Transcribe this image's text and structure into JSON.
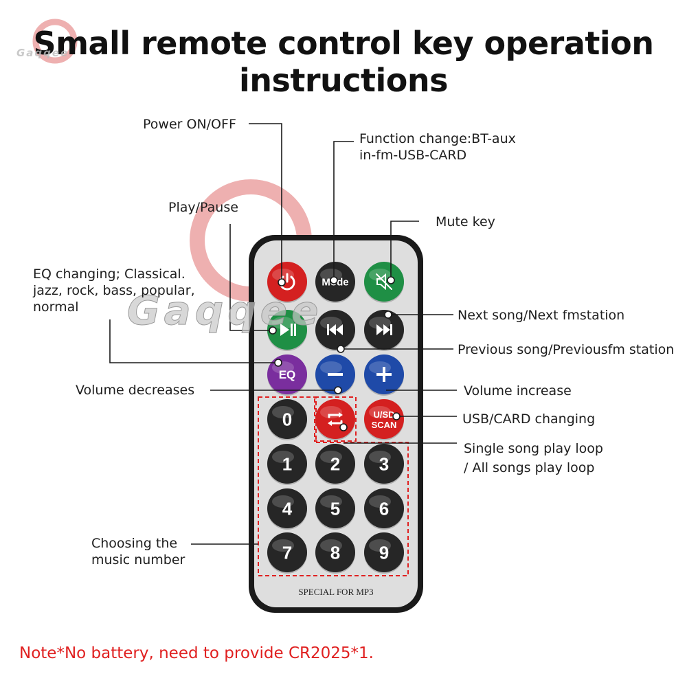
{
  "title": {
    "line1": "Small remote control key operation",
    "line2": "instructions"
  },
  "watermark": {
    "text": "Gaqqee"
  },
  "remote": {
    "footer_text": "SPECIAL FOR MP3",
    "body_color": "#dcdcdc",
    "border_color": "#1a1a1a",
    "buttons": [
      {
        "name": "power-button",
        "label": "",
        "icon": "power-icon",
        "color": "#d42020"
      },
      {
        "name": "mode-button",
        "label": "Mode",
        "icon": "",
        "color": "#262626"
      },
      {
        "name": "mute-button",
        "label": "",
        "icon": "mute-icon",
        "color": "#1f8f45"
      },
      {
        "name": "play-pause-button",
        "label": "",
        "icon": "play-pause-icon",
        "color": "#1f8f45"
      },
      {
        "name": "previous-button",
        "label": "",
        "icon": "previous-icon",
        "color": "#262626"
      },
      {
        "name": "next-button",
        "label": "",
        "icon": "next-icon",
        "color": "#262626"
      },
      {
        "name": "eq-button",
        "label": "EQ",
        "icon": "",
        "color": "#7a2e9e"
      },
      {
        "name": "volume-down-button",
        "label": "",
        "icon": "minus-icon",
        "color": "#1f4aa8"
      },
      {
        "name": "volume-up-button",
        "label": "",
        "icon": "plus-icon",
        "color": "#1f4aa8"
      },
      {
        "name": "digit-0-button",
        "label": "0",
        "icon": "",
        "color": "#262626"
      },
      {
        "name": "loop-button",
        "label": "",
        "icon": "loop-icon",
        "color": "#d42020"
      },
      {
        "name": "usd-scan-button",
        "label": "U/SD SCAN",
        "icon": "",
        "color": "#d42020"
      },
      {
        "name": "digit-1-button",
        "label": "1",
        "icon": "",
        "color": "#262626"
      },
      {
        "name": "digit-2-button",
        "label": "2",
        "icon": "",
        "color": "#262626"
      },
      {
        "name": "digit-3-button",
        "label": "3",
        "icon": "",
        "color": "#262626"
      },
      {
        "name": "digit-4-button",
        "label": "4",
        "icon": "",
        "color": "#262626"
      },
      {
        "name": "digit-5-button",
        "label": "5",
        "icon": "",
        "color": "#262626"
      },
      {
        "name": "digit-6-button",
        "label": "6",
        "icon": "",
        "color": "#262626"
      },
      {
        "name": "digit-7-button",
        "label": "7",
        "icon": "",
        "color": "#262626"
      },
      {
        "name": "digit-8-button",
        "label": "8",
        "icon": "",
        "color": "#262626"
      },
      {
        "name": "digit-9-button",
        "label": "9",
        "icon": "",
        "color": "#262626"
      }
    ]
  },
  "labels": {
    "power": "Power ON/OFF",
    "function_change_1": "Function change:BT-aux",
    "function_change_2": "in-fm-USB-CARD",
    "play_pause": "Play/Pause",
    "mute": "Mute key",
    "eq_1": "EQ changing;  Classical.",
    "eq_2": "jazz, rock, bass, popular,",
    "eq_3": "normal",
    "next": "Next song/Next fmstation",
    "previous": "Previous song/Previousfm station",
    "volume_down": "Volume decreases",
    "volume_up": "Volume increase",
    "usb_card": "USB/CARD changing",
    "loop_1": "Single song play loop",
    "loop_2": "/ All songs play loop",
    "choose_1": "Choosing the",
    "choose_2": "music number"
  },
  "note": "Note*No battery, need to provide CR2025*1.",
  "colors": {
    "note": "#e02020",
    "highlight_box": "#e02020",
    "leader_line": "#1a1a1a",
    "watermark": "#e88080"
  }
}
